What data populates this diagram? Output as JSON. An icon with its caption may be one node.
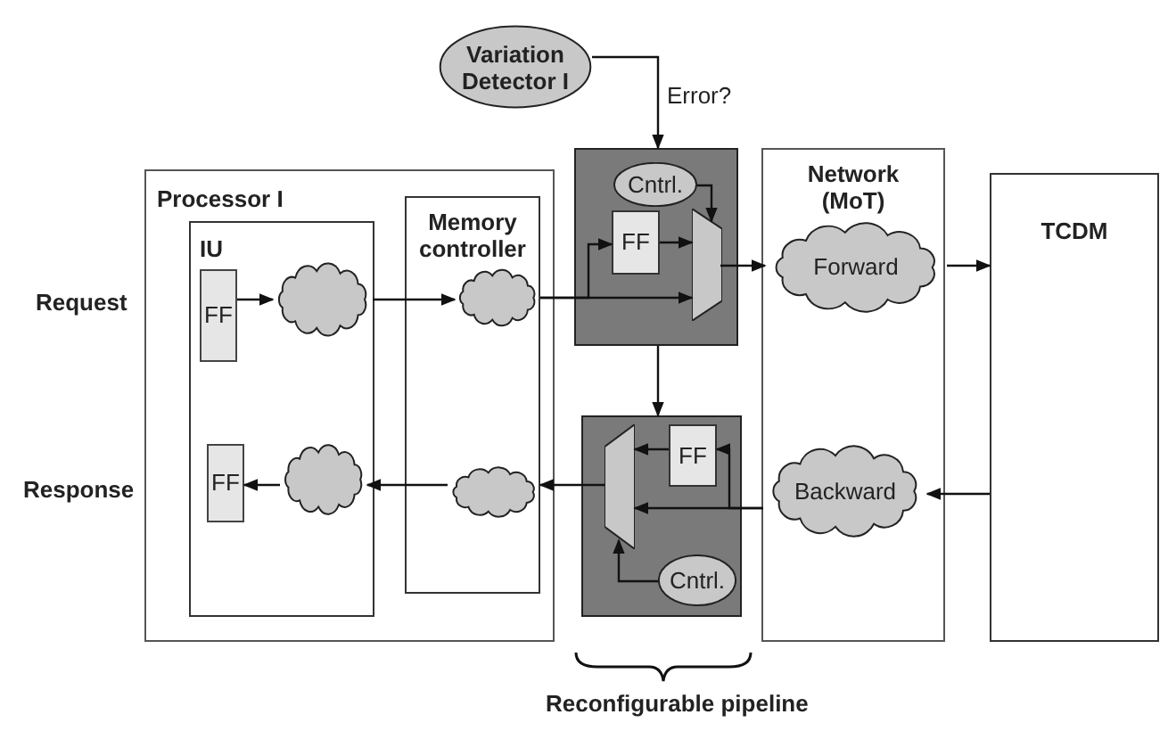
{
  "diagram": {
    "nodes": [
      {
        "text": [
          "Variation Detector I"
        ]
      },
      {
        "text": [
          "Processor I"
        ]
      },
      {
        "text": [
          "IU"
        ],
        "in": 1
      },
      {
        "text": [
          "FF"
        ],
        "in": 2
      },
      {
        "text": [],
        "shape": "cloud",
        "in": 2
      },
      {
        "text": [
          "Memory controller"
        ],
        "in": 1
      },
      {
        "text": [],
        "shape": "cloud",
        "in": 5
      },
      {
        "text": [
          "FF"
        ],
        "in": 2
      },
      {
        "text": [],
        "shape": "cloud",
        "in": 2
      },
      {
        "text": [],
        "shape": "cloud",
        "in": 5
      },
      {
        "text": [],
        "shape": "box"
      },
      {
        "text": [
          "Cntrl."
        ],
        "in": 10
      },
      {
        "text": [
          "FF"
        ],
        "in": 10
      },
      {
        "text": [],
        "shape": "trapezoid",
        "in": 10
      },
      {
        "text": [
          "Network (MoT)"
        ]
      },
      {
        "text": [
          "Forward"
        ],
        "in": 14
      },
      {
        "text": [
          "TCDM"
        ]
      },
      {
        "text": [],
        "shape": "box"
      },
      {
        "text": [],
        "shape": "trapezoid",
        "in": 17
      },
      {
        "text": [
          "FF"
        ],
        "in": 17
      },
      {
        "text": [
          "Cntrl."
        ],
        "in": 17
      },
      {
        "text": [
          "Backward"
        ],
        "in": 14
      }
    ],
    "edges": [
      {
        "from": 0,
        "to": 10,
        "arrow": "to",
        "label": "Error?"
      },
      {
        "from": 10,
        "to": 17,
        "arrow": "to"
      },
      {
        "from": 3,
        "to": 4,
        "arrow": "to"
      },
      {
        "from": 4,
        "to": 6,
        "arrow": "to"
      },
      {
        "from": 6,
        "to": 13,
        "arrow": "to"
      },
      {
        "from": 6,
        "to": 12,
        "arrow": "to"
      },
      {
        "from": 12,
        "to": 13,
        "arrow": "to"
      },
      {
        "from": 11,
        "to": 13,
        "arrow": "to"
      },
      {
        "from": 13,
        "to": 15,
        "arrow": "to"
      },
      {
        "from": 15,
        "to": 16,
        "arrow": "to"
      },
      {
        "from": 16,
        "to": 21,
        "arrow": "to"
      },
      {
        "from": 21,
        "to": 18,
        "arrow": "to"
      },
      {
        "from": 21,
        "to": 19,
        "arrow": "to"
      },
      {
        "from": 19,
        "to": 18,
        "arrow": "to"
      },
      {
        "from": 20,
        "to": 18,
        "arrow": "to"
      },
      {
        "from": 18,
        "to": 9,
        "arrow": "to"
      },
      {
        "from": 9,
        "to": 8,
        "arrow": "to"
      },
      {
        "from": 8,
        "to": 7,
        "arrow": "to"
      }
    ],
    "labels": [
      "Request",
      "Response",
      "Reconfigurable pipeline"
    ]
  }
}
